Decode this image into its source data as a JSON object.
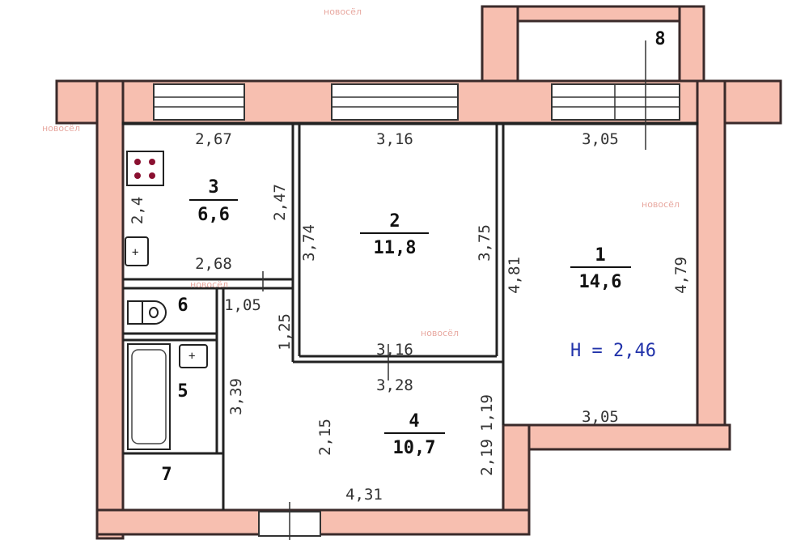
{
  "watermark": "новосёл",
  "height_label": "H = 2,46",
  "rooms": [
    {
      "number": "1",
      "area": "14,6"
    },
    {
      "number": "2",
      "area": "11,8"
    },
    {
      "number": "3",
      "area": "6,6"
    },
    {
      "number": "4",
      "area": "10,7"
    },
    {
      "number": "5"
    },
    {
      "number": "6"
    },
    {
      "number": "7"
    },
    {
      "number": "8"
    }
  ],
  "dimensions": {
    "kitchen_top": "2,67",
    "kitchen_bottom": "2,68",
    "kitchen_right": "2,47",
    "kitchen_left": "2,4",
    "room2_top": "3,16",
    "room2_bottom": "3,16",
    "room2_left": "3,74",
    "room2_right": "3,75",
    "room1_top": "3,05",
    "room1_bottom": "3,05",
    "room1_left": "4,81",
    "room1_right": "4,79",
    "corridor_top": "3,28",
    "corridor_bottom": "4,31",
    "corridor_left": "2,15",
    "corridor_right_a": "1,19",
    "corridor_right_b": "2,19",
    "toilet_width": "1,05",
    "toilet_height": "1,25",
    "bath_height": "3,39"
  }
}
